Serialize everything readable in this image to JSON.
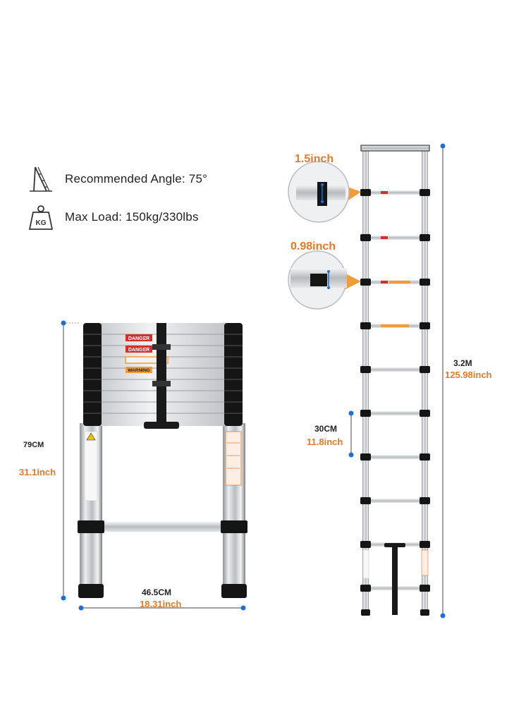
{
  "specs": {
    "angle_label": "Recommended Angle: 75°",
    "load_label": "Max Load: 150kg/330lbs",
    "load_icon_text": "KG"
  },
  "dimensions": {
    "closed_height_cm": "79CM",
    "closed_height_inch": "31.1inch",
    "width_cm": "46.5CM",
    "width_inch": "18.31inch",
    "extended_height_m": "3.2M",
    "extended_height_inch": "125.98inch",
    "rung_spacing_cm": "30CM",
    "rung_spacing_inch": "11.8inch",
    "tube_size_1": "1.5inch",
    "tube_size_2": "0.98inch"
  },
  "labels": {
    "danger": "DANGER",
    "warning": "WARNING"
  },
  "colors": {
    "accent_orange": "#e8792b",
    "dimension_blue": "#1e6fd9",
    "danger_red": "#d32f2f"
  },
  "icons": [
    "ladder-angle-icon",
    "weight-kg-icon"
  ]
}
